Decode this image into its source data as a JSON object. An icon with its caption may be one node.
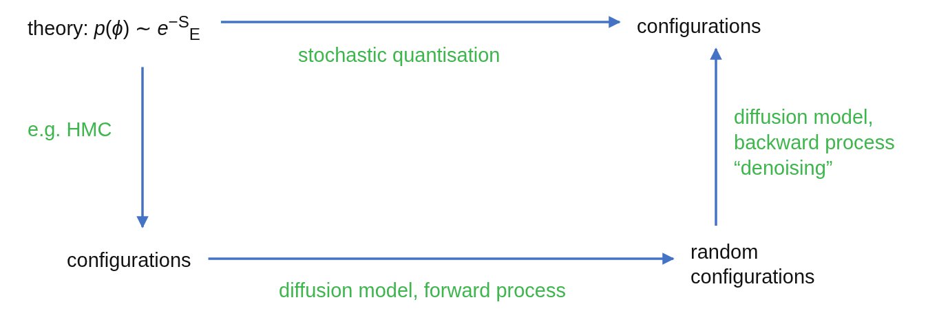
{
  "diagram": {
    "nodes": [
      {
        "text": [
          "theory: *p*(*ϕ*) ∼ *e*$^{−S}$$_{E}$"
        ]
      },
      {
        "text": [
          "configurations"
        ]
      },
      {
        "text": [
          "configurations"
        ]
      },
      {
        "text": [
          "random configurations"
        ]
      }
    ],
    "edges": [
      {
        "from": 0,
        "to": 1,
        "arrow": "to",
        "label": "stochastic quantisation"
      },
      {
        "from": 0,
        "to": 2,
        "arrow": "to",
        "label": "e.g. HMC"
      },
      {
        "from": 2,
        "to": 3,
        "arrow": "to",
        "label": "diffusion model, forward process"
      },
      {
        "from": 3,
        "to": 1,
        "arrow": "to",
        "label": "diffusion model, backward process “denoising”"
      }
    ]
  }
}
